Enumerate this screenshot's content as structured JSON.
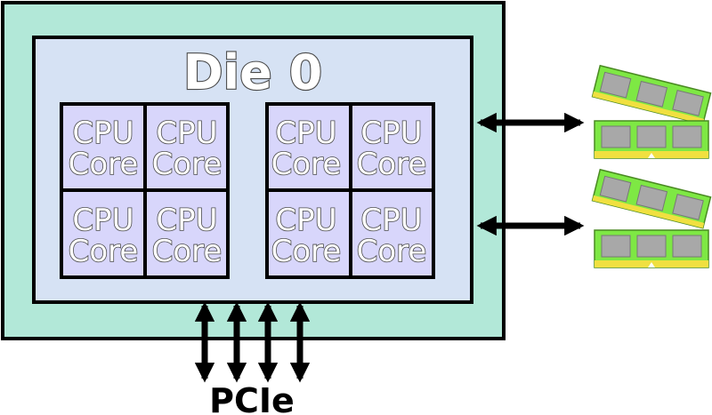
{
  "die": {
    "title": "Die 0"
  },
  "cores": [
    {
      "line1": "CPU",
      "line2": "Core"
    },
    {
      "line1": "CPU",
      "line2": "Core"
    },
    {
      "line1": "CPU",
      "line2": "Core"
    },
    {
      "line1": "CPU",
      "line2": "Core"
    },
    {
      "line1": "CPU",
      "line2": "Core"
    },
    {
      "line1": "CPU",
      "line2": "Core"
    },
    {
      "line1": "CPU",
      "line2": "Core"
    },
    {
      "line1": "CPU",
      "line2": "Core"
    }
  ],
  "io": {
    "pcie_label": "PCIe"
  },
  "memory": {
    "module_groups": 2,
    "modules_per_group": 2
  },
  "colors": {
    "package": "#b2e8d8",
    "die": "#d6e2f4",
    "core": "#d8d6fb",
    "ram_board": "#7ee844",
    "ram_contacts": "#f0e040",
    "ram_chip": "#a8a8a8"
  },
  "icons": [
    "double-arrow-icon",
    "ram-module-icon"
  ]
}
